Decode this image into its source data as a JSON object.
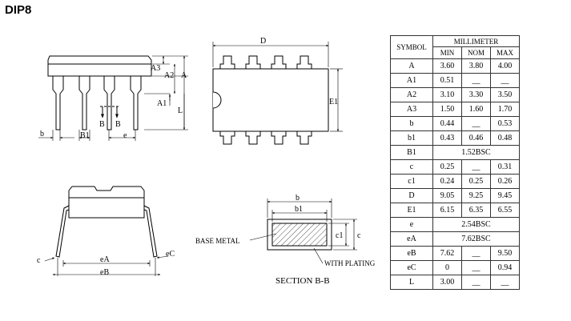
{
  "title": "DIP8",
  "labels": {
    "D": "D",
    "E1": "E1",
    "A3": "A3",
    "A2": "A2",
    "A": "A",
    "A1": "A1",
    "L": "L",
    "b": "b",
    "B1": "B1",
    "B_left": "B",
    "B_right": "B",
    "e": "e",
    "c": "c",
    "eA": "eA",
    "eB": "eB",
    "eC": "eC",
    "sec_b": "b",
    "sec_b1": "b1",
    "sec_c1": "c1",
    "sec_c": "c",
    "base_metal": "BASE METAL",
    "with_plating": "WITH PLATING",
    "section": "SECTION B-B"
  },
  "table": {
    "symbol_header": "SYMBOL",
    "unit_header": "MILLIMETER",
    "col_headers": [
      "MIN",
      "NOM",
      "MAX"
    ],
    "rows": [
      {
        "symbol": "A",
        "min": "3.60",
        "nom": "3.80",
        "max": "4.00"
      },
      {
        "symbol": "A1",
        "min": "0.51",
        "nom": "__",
        "max": "__"
      },
      {
        "symbol": "A2",
        "min": "3.10",
        "nom": "3.30",
        "max": "3.50"
      },
      {
        "symbol": "A3",
        "min": "1.50",
        "nom": "1.60",
        "max": "1.70"
      },
      {
        "symbol": "b",
        "min": "0.44",
        "nom": "__",
        "max": "0.53"
      },
      {
        "symbol": "b1",
        "min": "0.43",
        "nom": "0.46",
        "max": "0.48"
      },
      {
        "symbol": "B1",
        "span": "1.52BSC"
      },
      {
        "symbol": "c",
        "min": "0.25",
        "nom": "__",
        "max": "0.31"
      },
      {
        "symbol": "c1",
        "min": "0.24",
        "nom": "0.25",
        "max": "0.26"
      },
      {
        "symbol": "D",
        "min": "9.05",
        "nom": "9.25",
        "max": "9.45"
      },
      {
        "symbol": "E1",
        "min": "6.15",
        "nom": "6.35",
        "max": "6.55"
      },
      {
        "symbol": "e",
        "span": "2.54BSC"
      },
      {
        "symbol": "eA",
        "span": "7.62BSC"
      },
      {
        "symbol": "eB",
        "min": "7.62",
        "nom": "__",
        "max": "9.50"
      },
      {
        "symbol": "eC",
        "min": "0",
        "nom": "__",
        "max": "0.94"
      },
      {
        "symbol": "L",
        "min": "3.00",
        "nom": "__",
        "max": "__"
      }
    ]
  }
}
